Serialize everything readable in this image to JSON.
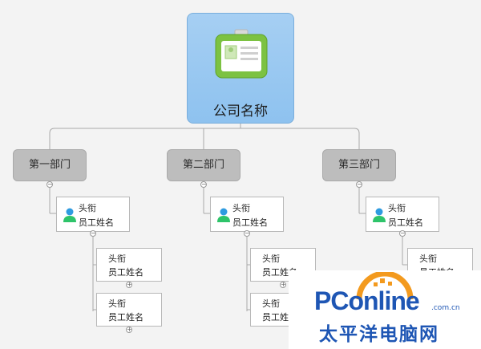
{
  "company": {
    "name": "公司名称",
    "icon": "id-card-icon"
  },
  "departments": [
    {
      "name": "第一部门",
      "lead": {
        "title": "头衔",
        "name": "员工姓名"
      },
      "members": [
        {
          "title": "头衔",
          "name": "员工姓名"
        },
        {
          "title": "头衔",
          "name": "员工姓名"
        }
      ]
    },
    {
      "name": "第二部门",
      "lead": {
        "title": "头衔",
        "name": "员工姓名"
      },
      "members": [
        {
          "title": "头衔",
          "name": "员工姓名"
        },
        {
          "title": "头衔",
          "name": "员工姓名"
        }
      ]
    },
    {
      "name": "第三部门",
      "lead": {
        "title": "头衔",
        "name": "员工姓名"
      },
      "members": [
        {
          "title": "头衔",
          "name": "员工姓名"
        }
      ]
    }
  ],
  "watermark": {
    "brand": "PConline",
    "domain": ".com.cn",
    "chinese": "太平洋电脑网"
  },
  "colors": {
    "company_box": "#9cc9f2",
    "dept_box": "#bdbdbd",
    "avatar": "#2e9be0",
    "watermark": "#1e56b4",
    "logo_orange": "#f39a1e"
  }
}
